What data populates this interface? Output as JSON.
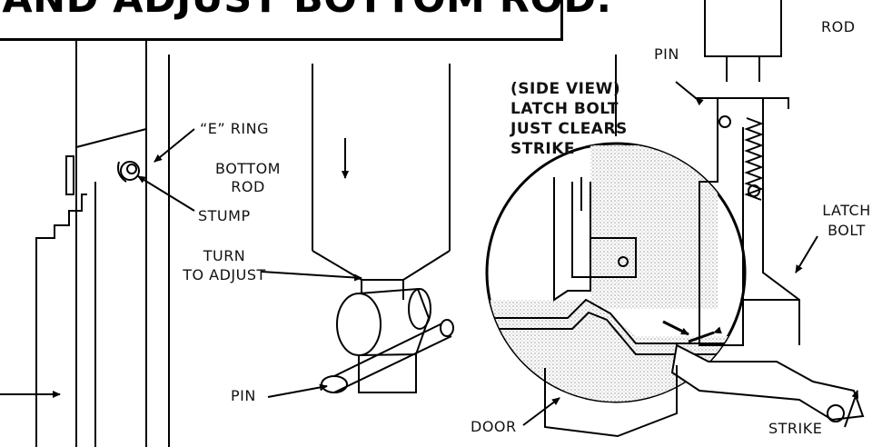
{
  "title": "L AND ADJUST BOTTOM ROD.",
  "labels": {
    "e_ring": "“E” RING",
    "stump": "STUMP",
    "bottom_rod_line1": "BOTTOM",
    "bottom_rod_line2": "ROD",
    "turn_line1": "TURN",
    "turn_line2": "TO ADJUST",
    "pin_center": "PIN",
    "pin_top": "PIN",
    "side_view_line1": "(SIDE VIEW)",
    "side_view_line2": "LATCH BOLT",
    "side_view_line3": "JUST CLEARS",
    "side_view_line4": "STRIKE",
    "rod_top": "ROD",
    "latch_line1": "LATCH",
    "latch_line2": "BOLT",
    "door": "DOOR",
    "strike": "STRIKE"
  },
  "colors": {
    "ink": "#000000",
    "paper": "#ffffff",
    "stipple": "#d8d8d8"
  }
}
